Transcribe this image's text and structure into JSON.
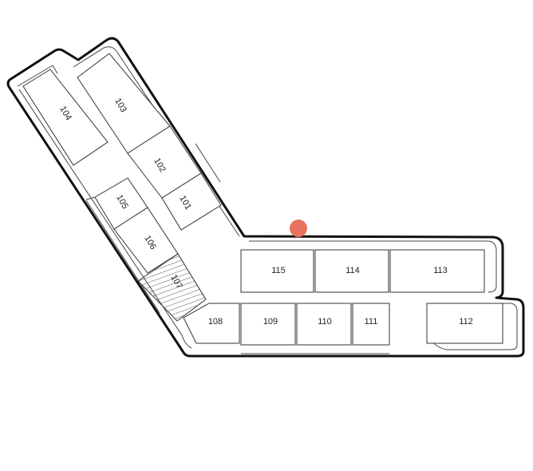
{
  "floor_plan": {
    "rooms": {
      "r101": "101",
      "r102": "102",
      "r103": "103",
      "r104": "104",
      "r105": "105",
      "r106": "106",
      "r107": "107",
      "r108": "108",
      "r109": "109",
      "r110": "110",
      "r111": "111",
      "r112": "112",
      "r113": "113",
      "r114": "114",
      "r115": "115"
    },
    "marker_color": "#e8735f"
  }
}
